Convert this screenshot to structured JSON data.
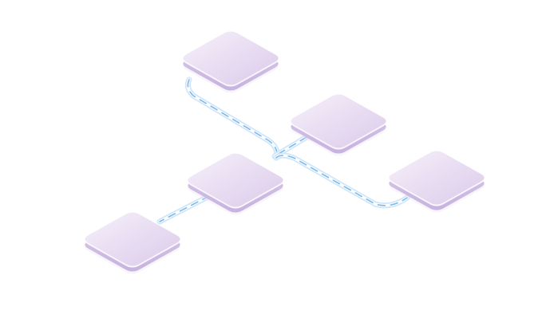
{
  "diagram": {
    "type": "isometric-network",
    "background": "#ffffff",
    "colors": {
      "tile_top_light": "#f4eef9",
      "tile_top_dark": "#dccbea",
      "tile_edge": "#d6c6ea",
      "tile_edge_dark": "#c9b6e1",
      "tile_highlight": "#ffffff",
      "connector_outer": "#cfe6fb",
      "connector_inner": "#ffffff",
      "connector_dash": "#7cb8ea"
    },
    "nodes": [
      {
        "id": "node-top"
      },
      {
        "id": "node-upper-right"
      },
      {
        "id": "node-center"
      },
      {
        "id": "node-right"
      },
      {
        "id": "node-bottom-left"
      }
    ],
    "edges": [
      {
        "from": "node-top",
        "to": "node-center"
      },
      {
        "from": "node-upper-right",
        "to": "node-center"
      },
      {
        "from": "node-center",
        "to": "node-right"
      },
      {
        "from": "node-center",
        "to": "node-bottom-left"
      }
    ]
  }
}
